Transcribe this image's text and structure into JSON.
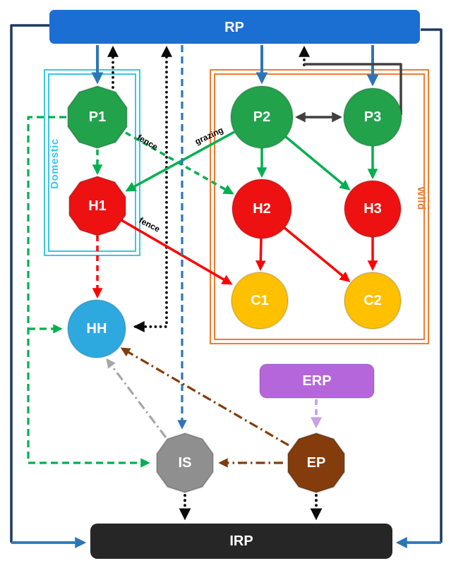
{
  "nodes": {
    "rp": "RP",
    "p1": "P1",
    "p2": "P2",
    "p3": "P3",
    "h1": "H1",
    "h2": "H2",
    "h3": "H3",
    "c1": "C1",
    "c2": "C2",
    "hh": "HH",
    "erp": "ERP",
    "is": "IS",
    "ep": "EP",
    "irp": "IRP"
  },
  "groups": {
    "domestic": "Domestic",
    "wild": "Wild"
  },
  "edge_labels": {
    "fence_pasture": "fence",
    "grazing": "grazing",
    "fence_herbivore": "fence"
  },
  "colors": {
    "rp_blue": "#1C6FD2",
    "arrow_blue": "#2E75B6",
    "navy": "#1F3864",
    "green_node": "#22A24B",
    "green_arrow": "#00B050",
    "red_node": "#EE1111",
    "red_arrow": "#FF0000",
    "gold_node": "#FFC000",
    "hh_blue": "#2EA9E0",
    "purple_node": "#B666DB",
    "purple_arrow": "#C9A0E8",
    "gray_node": "#8F8F8F",
    "gray_arrow": "#A6A6A6",
    "brown": "#843C0C",
    "irp_black": "#262626",
    "black_arrow": "#0A0A0A",
    "dark_gray": "#404040",
    "cyan_box": "#3BC6E8",
    "orange_box": "#ED7D31"
  }
}
